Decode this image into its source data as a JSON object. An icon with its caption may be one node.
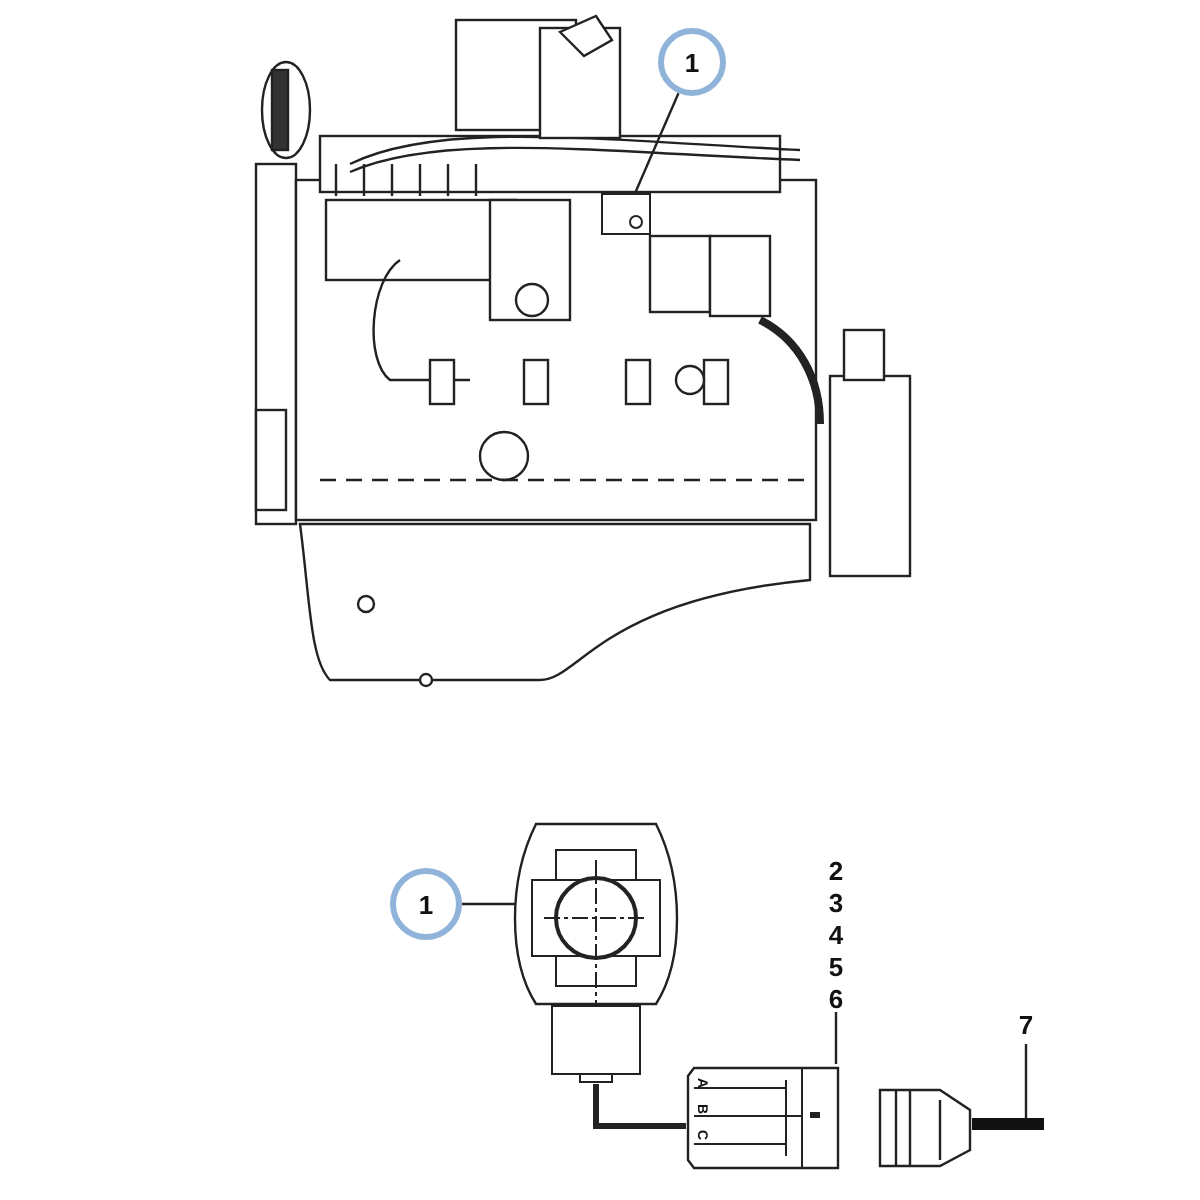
{
  "diagram": {
    "nodes": [
      {
        "text": [
          "1"
        ]
      },
      {
        "text": [],
        "shape": "picture"
      },
      {
        "text": [
          "1"
        ]
      },
      {
        "text": [],
        "shape": "picture"
      },
      {
        "text": [
          "2",
          "3",
          "4",
          "5",
          "6"
        ]
      },
      {
        "text": [],
        "shape": "picture"
      },
      {
        "text": [
          "7"
        ]
      },
      {
        "text": [],
        "shape": "bar"
      }
    ],
    "edges": [
      {
        "from": 0,
        "to": 1,
        "arrow": "none"
      },
      {
        "from": 2,
        "to": 3,
        "arrow": "none"
      },
      {
        "from": 4,
        "to": 5,
        "arrow": "none"
      },
      {
        "from": 6,
        "to": 7,
        "arrow": "none"
      },
      {
        "from": 3,
        "to": 5,
        "arrow": "none",
        "style": "thick"
      }
    ],
    "labels": [
      "A",
      "B",
      "C"
    ]
  }
}
